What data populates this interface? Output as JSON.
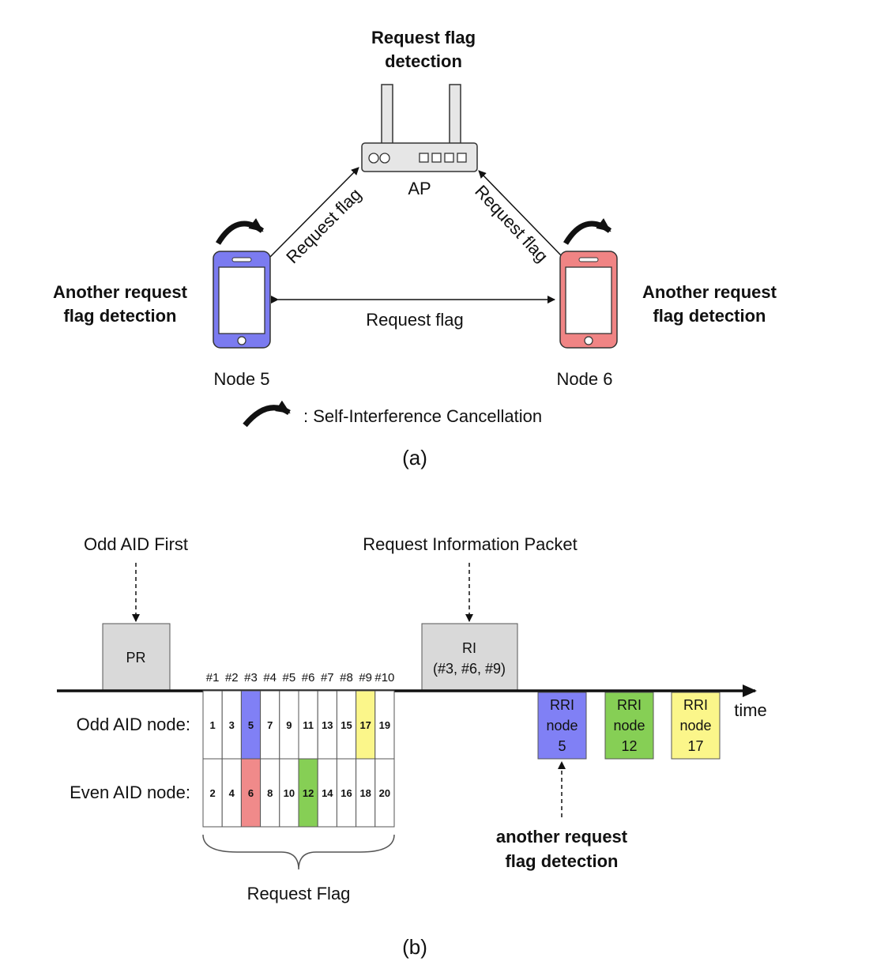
{
  "part_a": {
    "ap_heading": [
      "Request flag",
      "detection"
    ],
    "ap_label": "AP",
    "node_left_label": "Node 5",
    "node_right_label": "Node 6",
    "left_detection": [
      "Another request",
      "flag detection"
    ],
    "right_detection": [
      "Another request",
      "flag detection"
    ],
    "link_left_label": "Request flag",
    "link_right_label": "Request flag",
    "link_bottom_label": "Request flag",
    "legend_text": ": Self-Interference Cancellation",
    "caption": "(a)",
    "colors": {
      "node_left": "#7b7bf0",
      "node_right": "#f08484"
    }
  },
  "part_b": {
    "odd_first_label": "Odd AID First",
    "pr_label": "PR",
    "ri_packet_label": "Request Information Packet",
    "ri_box": [
      "RI",
      "(#3, #6, #9)"
    ],
    "slot_labels": [
      "#1",
      "#2",
      "#3",
      "#4",
      "#5",
      "#6",
      "#7",
      "#8",
      "#9",
      "#10"
    ],
    "odd_row_label": "Odd AID node:",
    "even_row_label": "Even AID node:",
    "odd_values": [
      "1",
      "3",
      "5",
      "7",
      "9",
      "11",
      "13",
      "15",
      "17",
      "19"
    ],
    "even_values": [
      "2",
      "4",
      "6",
      "8",
      "10",
      "12",
      "14",
      "16",
      "18",
      "20"
    ],
    "odd_highlight": {
      "5": "#8080f5",
      "17": "#fbf68a"
    },
    "even_highlight": {
      "6": "#f08a8a",
      "12": "#86cf55"
    },
    "time_label": "time",
    "rri_boxes": [
      {
        "lines": [
          "RRI",
          "node",
          "5"
        ],
        "color": "#8080f5"
      },
      {
        "lines": [
          "RRI",
          "node",
          "12"
        ],
        "color": "#86cf55"
      },
      {
        "lines": [
          "RRI",
          "node",
          "17"
        ],
        "color": "#fbf68a"
      }
    ],
    "another_detection": [
      "another request",
      "flag detection"
    ],
    "request_flag_label": "Request Flag",
    "caption": "(b)"
  }
}
